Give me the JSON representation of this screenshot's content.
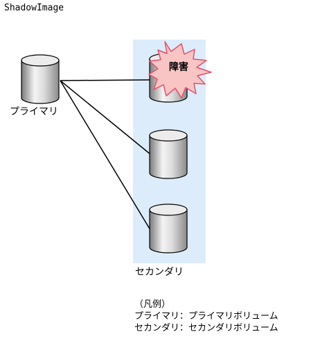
{
  "title": "ShadowImage",
  "labels": {
    "primary": "プライマリ",
    "secondary": "セカンダリ",
    "failure": "障害"
  },
  "legend": {
    "heading": "（凡例）",
    "lines": [
      "プライマリ：プライマリボリューム",
      "セカンダリ：セカンダリボリューム"
    ]
  },
  "colors": {
    "secondary_zone": "#dcecfb",
    "failure_burst": "#f9c4c4",
    "failure_outline": "#e0516b",
    "cylinder_body": "#c8c8c8"
  }
}
